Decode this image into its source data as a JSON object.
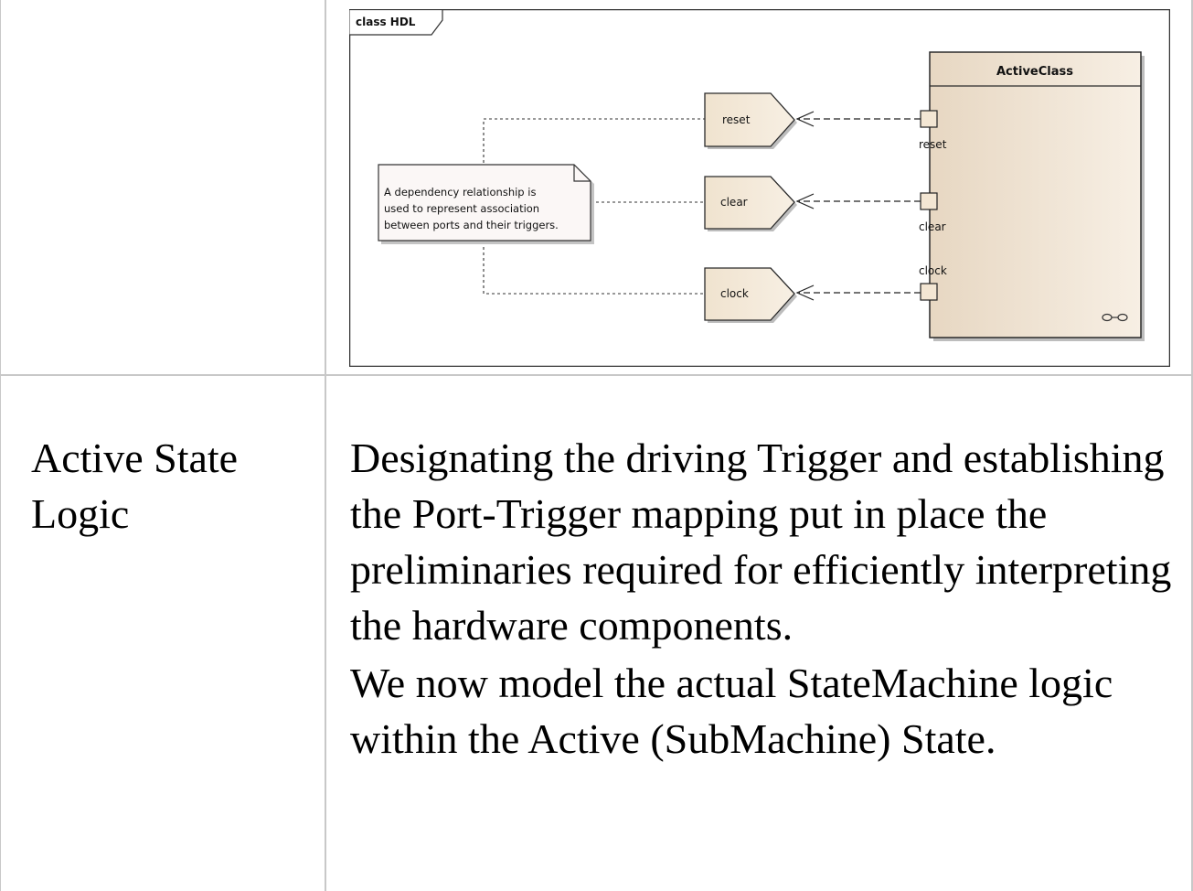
{
  "diagram": {
    "frame_label": "class HDL",
    "class_name": "ActiveClass",
    "note_lines": [
      "A dependency relationship is",
      "used to represent association",
      "between ports and their triggers."
    ],
    "triggers": [
      "reset",
      "clear",
      "clock"
    ],
    "ports": [
      "reset",
      "clear",
      "clock"
    ],
    "colors": {
      "element_fill": "#f2e5d3",
      "element_stroke": "#2a2a2a",
      "note_fill": "#fbf7f6"
    }
  },
  "row": {
    "label": "Active State Logic",
    "paragraphs": [
      "Designating the driving Trigger and establishing the Port-Trigger mapping put in place the preliminaries required for efficiently interpreting the hardware components.",
      "We now model the actual StateMachine logic within the Active (SubMachine) State."
    ]
  }
}
